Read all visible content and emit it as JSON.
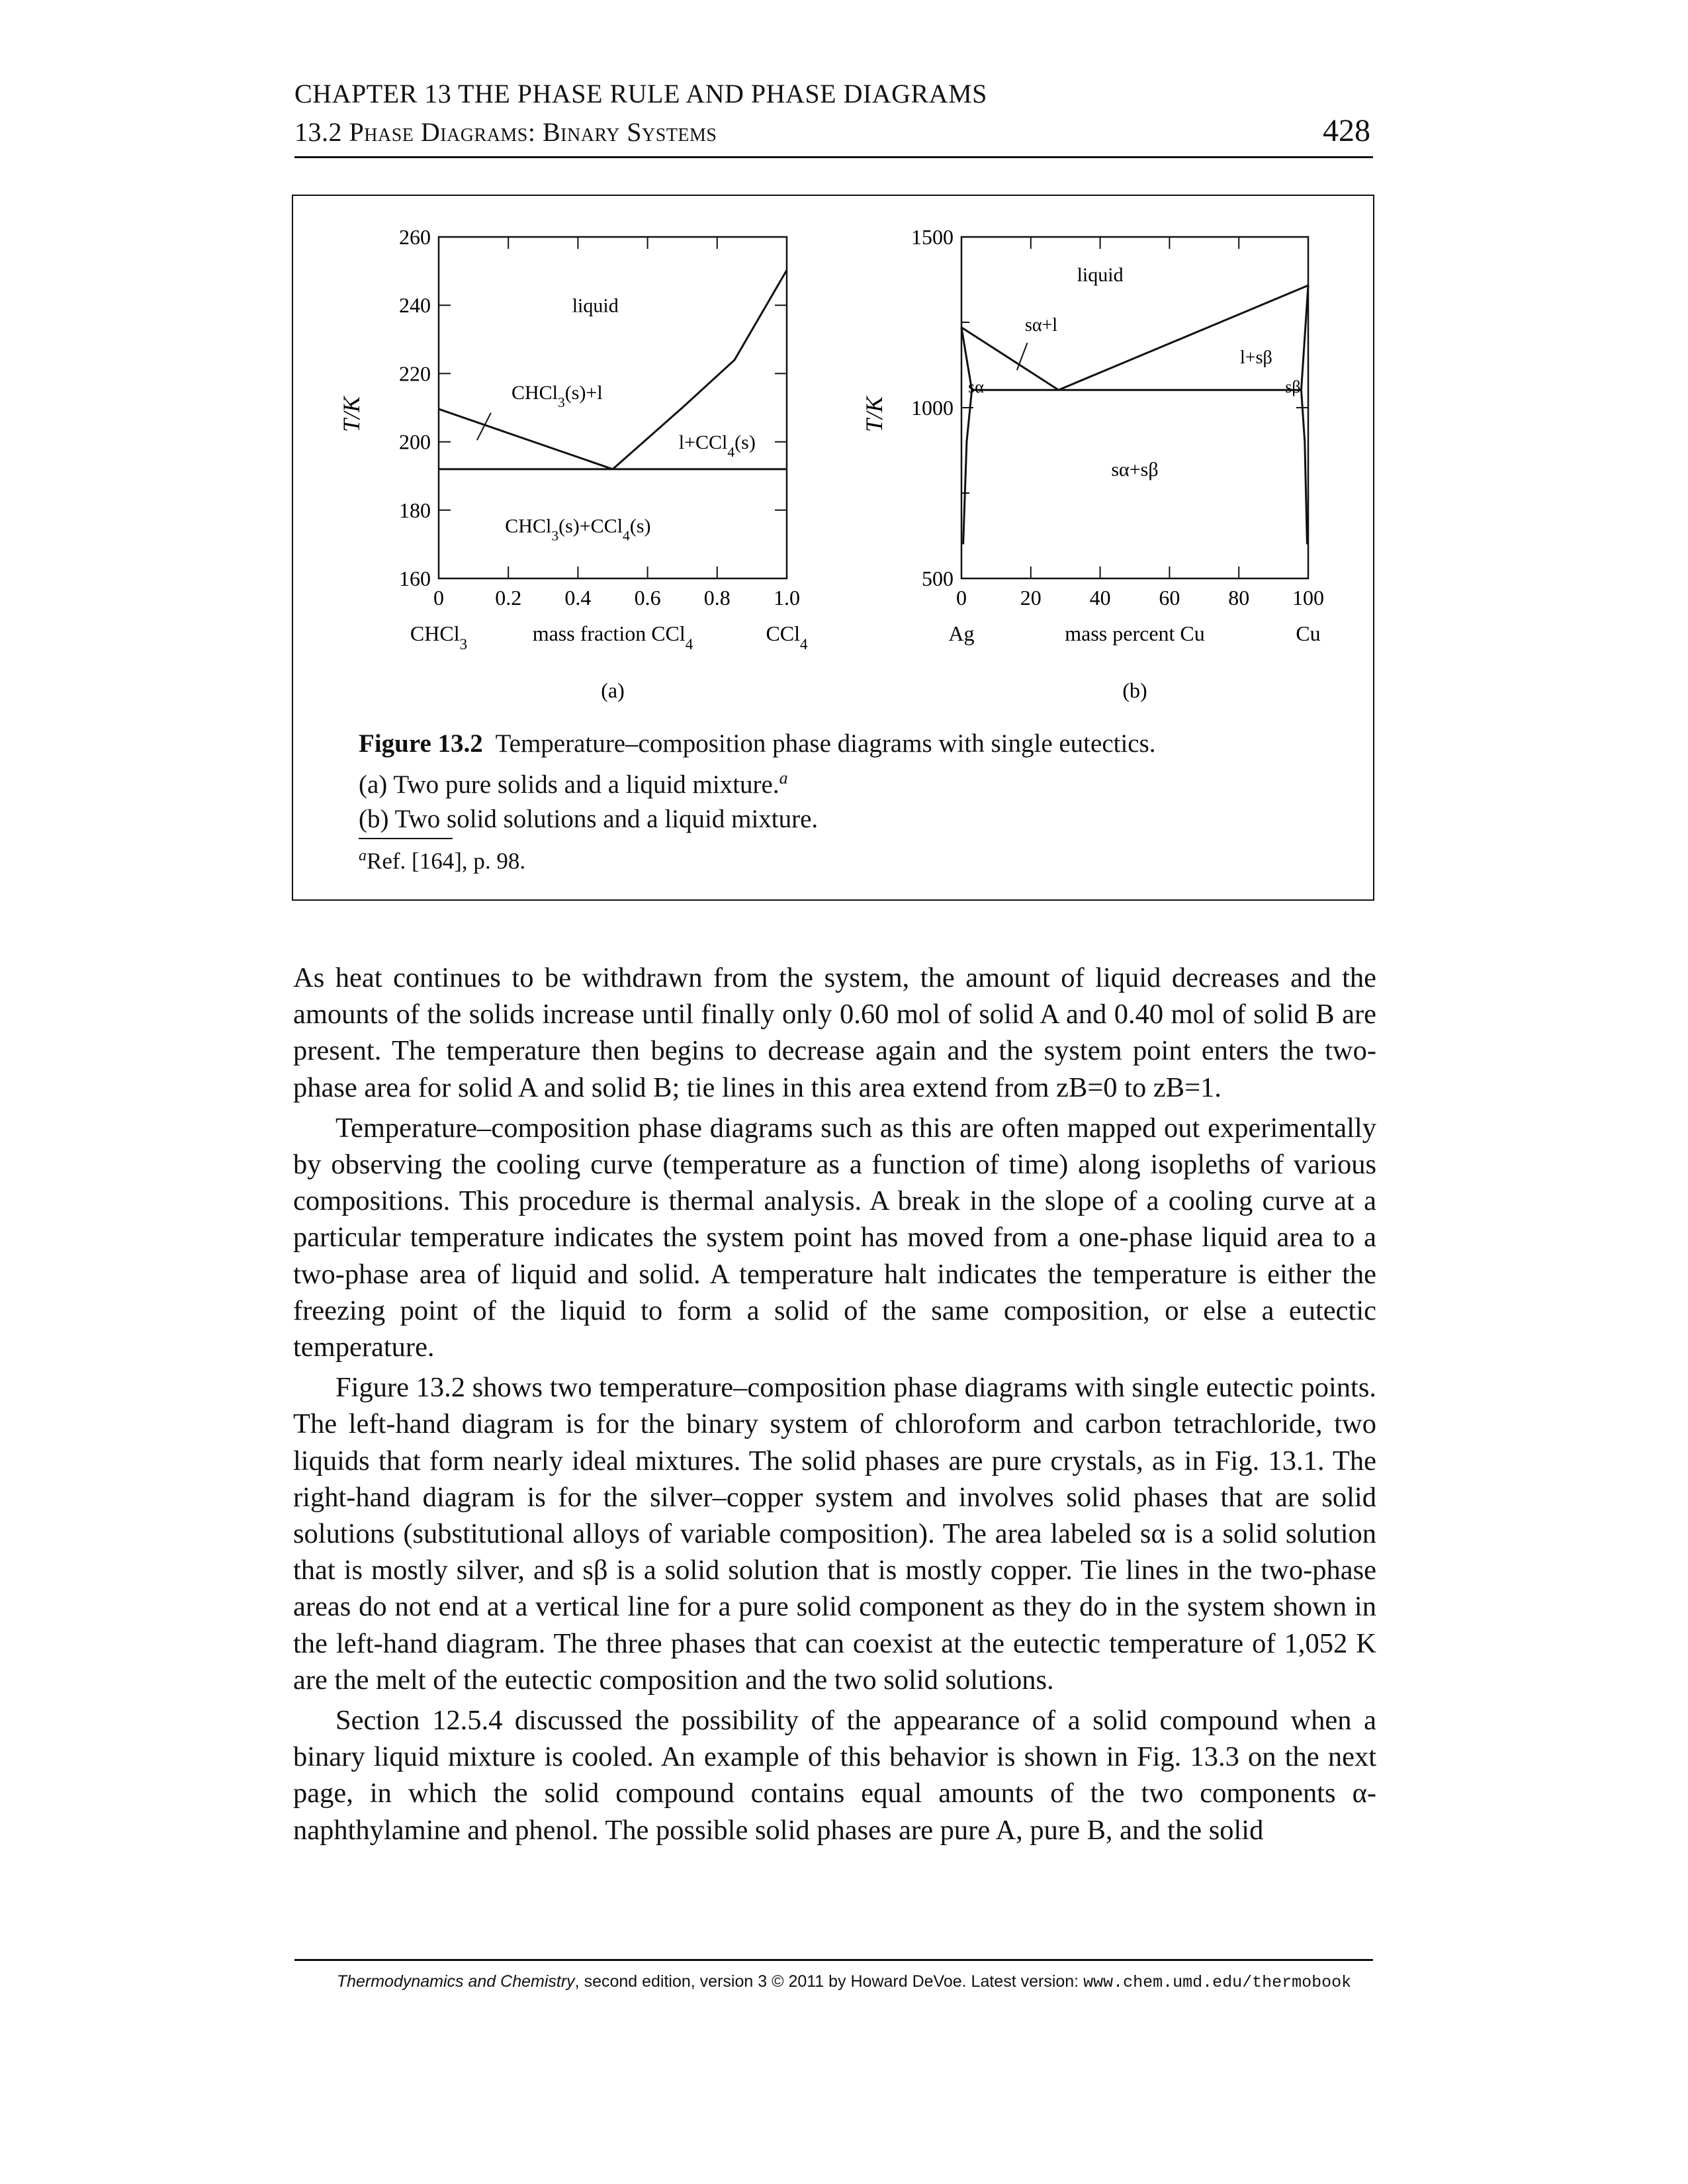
{
  "header": {
    "chapter": "CHAPTER 13  THE PHASE RULE AND PHASE DIAGRAMS",
    "section": "13.2 Phase Diagrams: Binary Systems",
    "page_number": "428"
  },
  "figure": {
    "caption_label": "Figure 13.2",
    "caption_title": "Temperature–composition phase diagrams with single eutectics.",
    "caption_a": "(a) Two pure solids and a liquid mixture.",
    "caption_a_note": "a",
    "caption_b": "(b) Two solid solutions and a liquid mixture.",
    "footnote_mark": "a",
    "footnote_text": "Ref. [164], p. 98."
  },
  "chart_data": [
    {
      "type": "line",
      "panel_label": "(a)",
      "ylabel": "T/K",
      "xlabel": "mass fraction CCl4",
      "x_end_labels": [
        "CHCl3",
        "CCl4"
      ],
      "xlim": [
        0,
        1.0
      ],
      "ylim": [
        160,
        260
      ],
      "xticks": [
        "0",
        "0.2",
        "0.4",
        "0.6",
        "0.8",
        "1.0"
      ],
      "yticks": [
        "160",
        "180",
        "200",
        "220",
        "240",
        "260"
      ],
      "series": [
        {
          "name": "CHCl3 liquidus",
          "x": [
            0,
            0.5
          ],
          "y": [
            209.6,
            192.0
          ]
        },
        {
          "name": "CCl4 liquidus",
          "x": [
            0.5,
            0.7,
            0.85,
            1.0
          ],
          "y": [
            192.0,
            210.0,
            224.0,
            250.3
          ]
        },
        {
          "name": "eutectic line",
          "x": [
            0,
            1.0
          ],
          "y": [
            192.0,
            192.0
          ]
        }
      ],
      "region_labels": [
        "liquid",
        "CHCl3(s)+l",
        "l+CCl4(s)",
        "CHCl3(s)+CCl4(s)"
      ]
    },
    {
      "type": "line",
      "panel_label": "(b)",
      "ylabel": "T/K",
      "xlabel": "mass percent Cu",
      "x_end_labels": [
        "Ag",
        "Cu"
      ],
      "xlim": [
        0,
        100
      ],
      "ylim": [
        500,
        1500
      ],
      "xticks": [
        "0",
        "20",
        "40",
        "60",
        "80",
        "100"
      ],
      "yticks": [
        "500",
        "1000",
        "1500"
      ],
      "series": [
        {
          "name": "Ag liquidus",
          "x": [
            0,
            28
          ],
          "y": [
            1235,
            1052
          ]
        },
        {
          "name": "Cu liquidus",
          "x": [
            28,
            100
          ],
          "y": [
            1052,
            1358
          ]
        },
        {
          "name": "eutectic line",
          "x": [
            3,
            98
          ],
          "y": [
            1052,
            1052
          ]
        },
        {
          "name": "sα solidus/solvus",
          "x": [
            0,
            3,
            1.5,
            0.5
          ],
          "y": [
            1235,
            1052,
            900,
            600
          ]
        },
        {
          "name": "sβ solidus/solvus",
          "x": [
            100,
            98,
            99,
            99.7
          ],
          "y": [
            1358,
            1052,
            900,
            600
          ]
        }
      ],
      "region_labels": [
        "liquid",
        "sα+l",
        "l+sβ",
        "sα",
        "sβ",
        "sα+sβ"
      ]
    }
  ],
  "body": {
    "p1": "As heat continues to be withdrawn from the system, the amount of liquid decreases and the amounts of the solids increase until finally only 0.60 mol of solid A and 0.40 mol of solid B are present. The temperature then begins to decrease again and the system point enters the two-phase area for solid A and solid B; tie lines in this area extend from zB=0 to zB=1.",
    "p2": "Temperature–composition phase diagrams such as this are often mapped out experimentally by observing the cooling curve (temperature as a function of time) along isopleths of various compositions. This procedure is thermal analysis. A break in the slope of a cooling curve at a particular temperature indicates the system point has moved from a one-phase liquid area to a two-phase area of liquid and solid. A temperature halt indicates the temperature is either the freezing point of the liquid to form a solid of the same composition, or else a eutectic temperature.",
    "p3": "Figure 13.2 shows two temperature–composition phase diagrams with single eutectic points. The left-hand diagram is for the binary system of chloroform and carbon tetrachloride, two liquids that form nearly ideal mixtures. The solid phases are pure crystals, as in Fig. 13.1. The right-hand diagram is for the silver–copper system and involves solid phases that are solid solutions (substitutional alloys of variable composition). The area labeled sα is a solid solution that is mostly silver, and sβ is a solid solution that is mostly copper. Tie lines in the two-phase areas do not end at a vertical line for a pure solid component as they do in the system shown in the left-hand diagram. The three phases that can coexist at the eutectic temperature of 1,052 K are the melt of the eutectic composition and the two solid solutions.",
    "p4": "Section 12.5.4 discussed the possibility of the appearance of a solid compound when a binary liquid mixture is cooled. An example of this behavior is shown in Fig. 13.3 on the next page, in which the solid compound contains equal amounts of the two components α-naphthylamine and phenol. The possible solid phases are pure A, pure B, and the solid"
  },
  "footer": {
    "book": "Thermodynamics and Chemistry",
    "edition": ", second edition, version 3 © 2011 by Howard DeVoe. Latest version: ",
    "url": "www.chem.umd.edu/thermobook"
  }
}
